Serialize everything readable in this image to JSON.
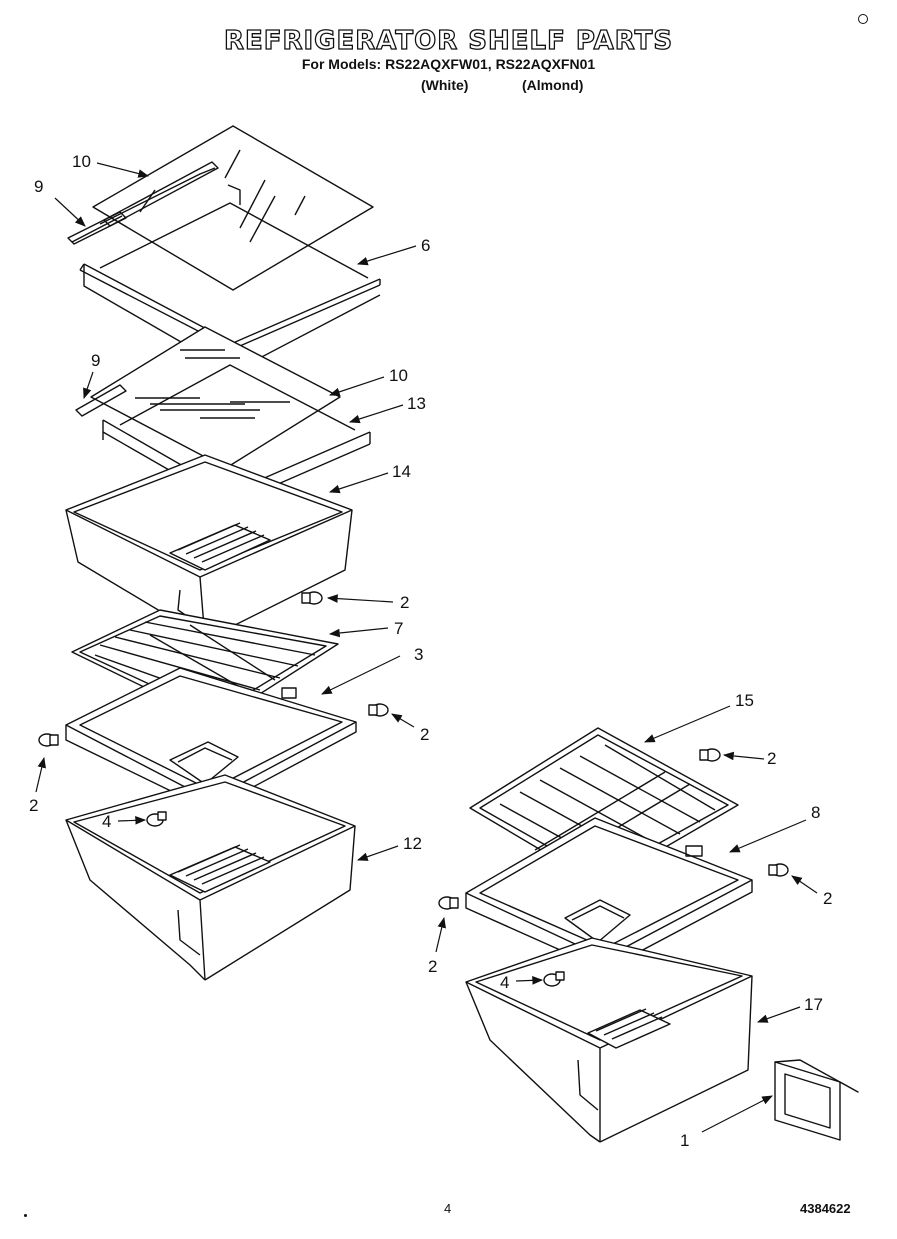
{
  "header": {
    "title": "REFRIGERATOR SHELF PARTS",
    "models_prefix": "For Models:",
    "model_1": "RS22AQXFW01",
    "separator": ",",
    "model_2": "RS22AQXFN01",
    "variant_1": "(White)",
    "variant_2": "(Almond)"
  },
  "callouts": {
    "c10_top": "10",
    "c9_top": "9",
    "c6": "6",
    "c9_mid": "9",
    "c10_mid": "10",
    "c13": "13",
    "c14": "14",
    "c2_a": "2",
    "c7": "7",
    "c3": "3",
    "c2_b": "2",
    "c2_c": "2",
    "c4_left": "4",
    "c12": "12",
    "c15": "15",
    "c2_d": "2",
    "c8": "8",
    "c2_e": "2",
    "c2_f": "2",
    "c4_right": "4",
    "c17": "17",
    "c1": "1"
  },
  "footer": {
    "page_number": "4",
    "doc_number": "4384622"
  }
}
